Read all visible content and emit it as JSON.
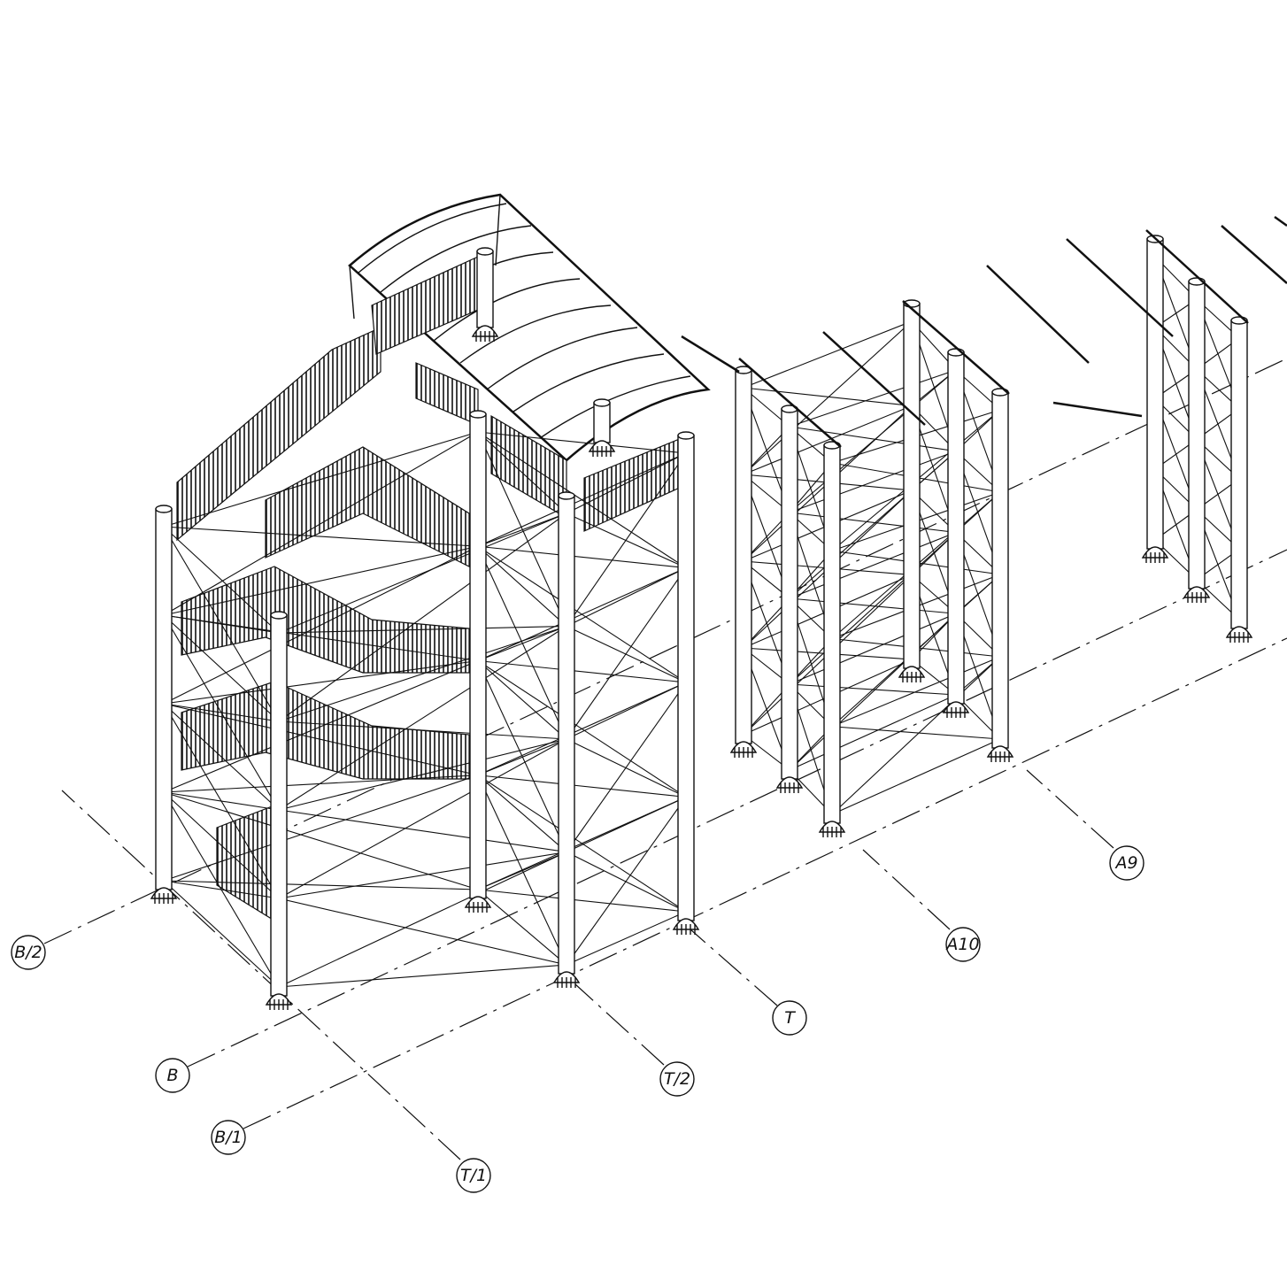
{
  "drawing": {
    "type": "isometric structural drawing",
    "line_color": "#111111",
    "background": "#ffffff"
  },
  "grid_axes": [
    {
      "id": "b2",
      "label": "B/2"
    },
    {
      "id": "b",
      "label": "B"
    },
    {
      "id": "b1",
      "label": "B/1"
    },
    {
      "id": "t1",
      "label": "T/1"
    },
    {
      "id": "t2",
      "label": "T/2"
    },
    {
      "id": "t",
      "label": "T"
    },
    {
      "id": "a10",
      "label": "A10"
    },
    {
      "id": "a9",
      "label": "A9"
    }
  ]
}
